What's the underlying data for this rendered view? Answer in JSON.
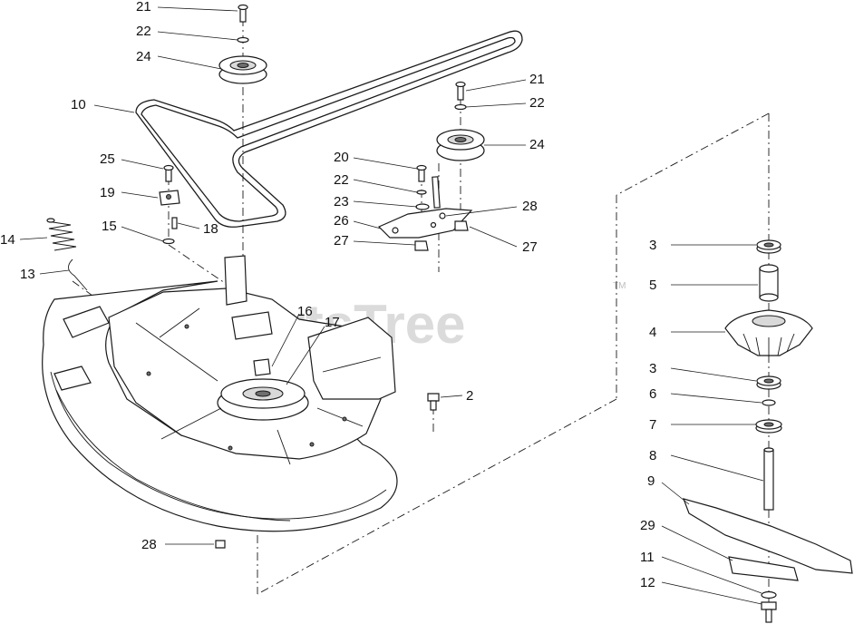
{
  "watermark": {
    "text": "PartsTree",
    "tm": "TM"
  },
  "callouts": {
    "c21a": "21",
    "c22a": "22",
    "c24a": "24",
    "c10": "10",
    "c21b": "21",
    "c22b": "22",
    "c24b": "24",
    "c25": "25",
    "c19": "19",
    "c18": "18",
    "c15": "15",
    "c14": "14",
    "c13": "13",
    "c20": "20",
    "c22c": "22",
    "c23": "23",
    "c28a": "28",
    "c26": "26",
    "c27a": "27",
    "c27b": "27",
    "c16": "16",
    "c17": "17",
    "c2": "2",
    "c28b": "28",
    "c3a": "3",
    "c5": "5",
    "c4": "4",
    "c3b": "3",
    "c6": "6",
    "c7": "7",
    "c8": "8",
    "c9": "9",
    "c29": "29",
    "c11": "11",
    "c12": "12"
  }
}
